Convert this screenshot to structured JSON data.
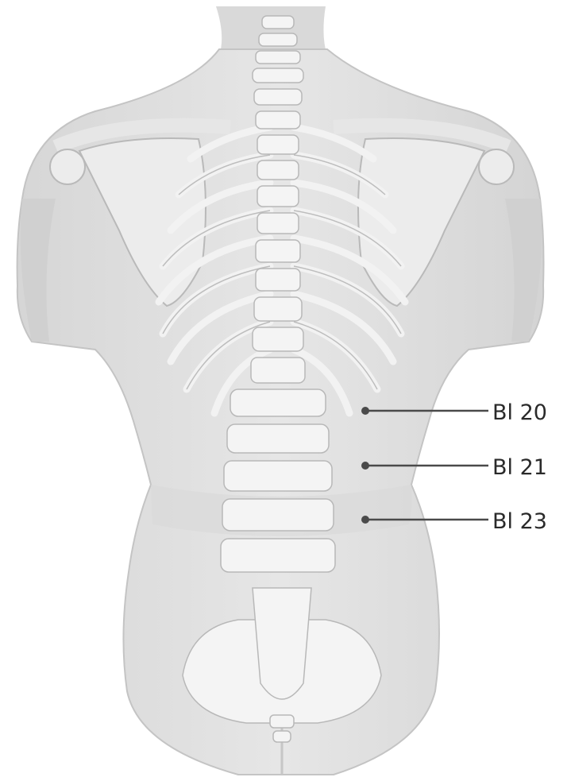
{
  "figure": {
    "subject": "posterior torso with spine, ribs, scapulae and pelvis",
    "colors": {
      "skin": "#e2e2e2",
      "skin_shadow": "#cfcfcf",
      "bone": "#f3f3f3",
      "bone_edge": "#bdbdbd",
      "marker": "#4a4a4a",
      "label": "#2a2a2a"
    }
  },
  "points": [
    {
      "label": "Bl 20"
    },
    {
      "label": "Bl 21"
    },
    {
      "label": "Bl 23"
    }
  ]
}
